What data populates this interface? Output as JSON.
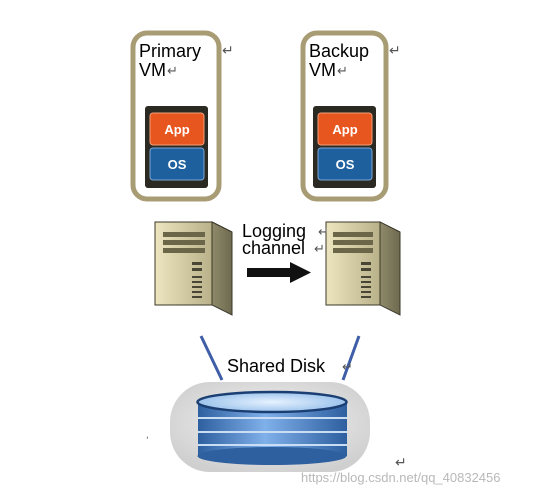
{
  "primary_vm": {
    "line1": "Primary",
    "line2": "VM",
    "app_label": "App",
    "os_label": "OS"
  },
  "backup_vm": {
    "line1": "Backup",
    "line2": "VM",
    "app_label": "App",
    "os_label": "OS"
  },
  "logging_channel": {
    "line1": "Logging",
    "line2": "channel"
  },
  "shared_disk": {
    "label": "Shared Disk"
  },
  "paragraph_mark": "↵",
  "watermark": "https://blog.csdn.net/qq_40832456",
  "colors": {
    "vm_frame": "#a89c75",
    "app_chip": "#e8561f",
    "os_chip": "#1e5f9e",
    "connector_line": "#3f5ea8",
    "server_body": "#c9c39a",
    "disk": "#5d8fd0"
  }
}
